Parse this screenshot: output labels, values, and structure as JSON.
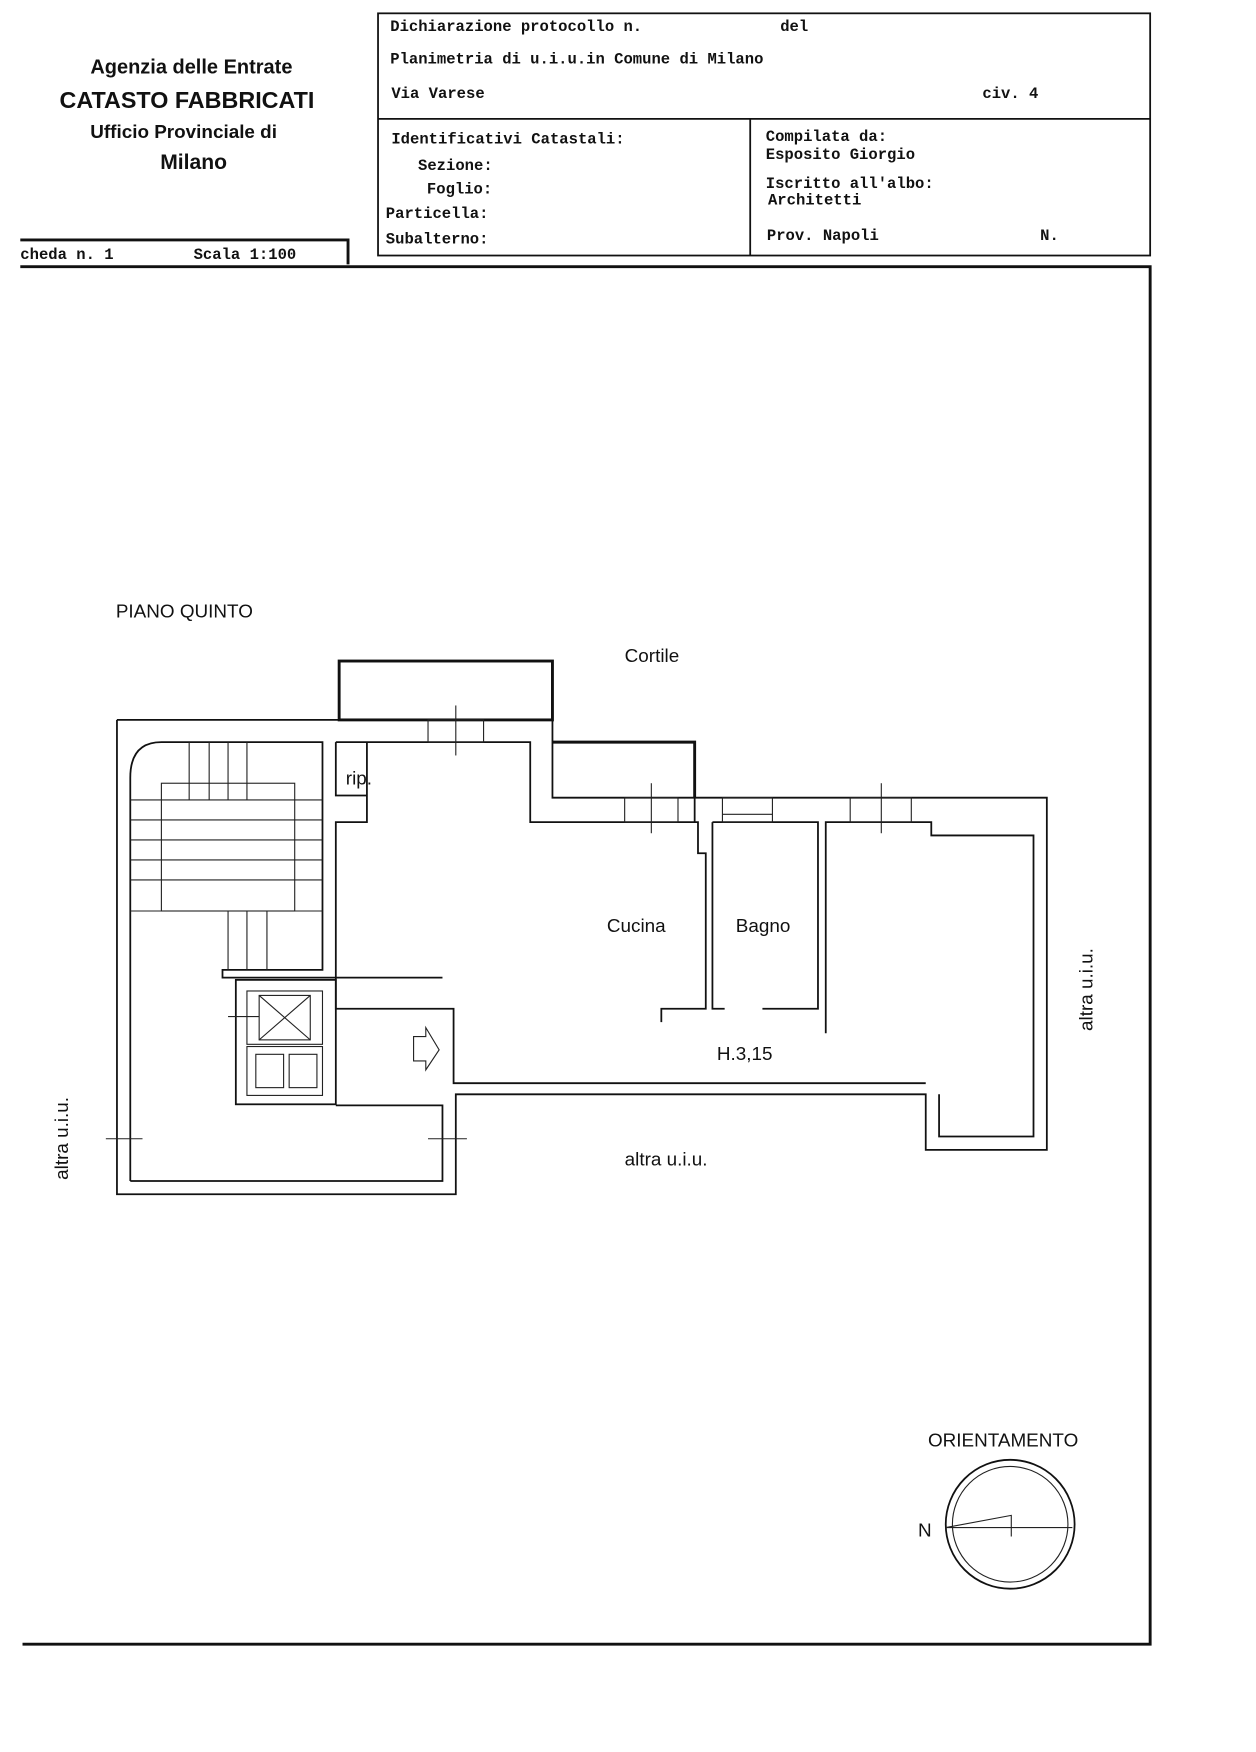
{
  "agency": {
    "line1": "Agenzia delle Entrate",
    "line2": "CATASTO FABBRICATI",
    "line3": "Ufficio Provinciale di",
    "line4": "Milano"
  },
  "header": {
    "protocol_label": "Dichiarazione protocollo n.",
    "del_label": "del",
    "planimetry": "Planimetria di u.i.u.in Comune di Milano",
    "street": "Via Varese",
    "civic": "civ. 4",
    "identifiers_label": "Identificativi Catastali:",
    "sezione_label": "Sezione:",
    "foglio_label": "Foglio:",
    "particella_label": "Particella:",
    "subalterno_label": "Subalterno:",
    "compiled_label": "Compilata da:",
    "compiled_by": "Esposito Giorgio",
    "registered_label": "Iscritto all'albo:",
    "registered_value": "Architetti",
    "province": "Prov. Napoli",
    "number_label": "N."
  },
  "scheda": {
    "sheet": "cheda n. 1",
    "scale": "Scala 1:100"
  },
  "plan": {
    "floor": "PIANO QUINTO",
    "courtyard": "Cortile",
    "storage": "rip.",
    "kitchen": "Cucina",
    "bathroom": "Bagno",
    "height": "H.3,15",
    "other_bottom": "altra u.i.u.",
    "other_left": "altra u.i.u.",
    "other_right": "altra u.i.u."
  },
  "orientation": {
    "title": "ORIENTAMENTO",
    "north": "N"
  }
}
